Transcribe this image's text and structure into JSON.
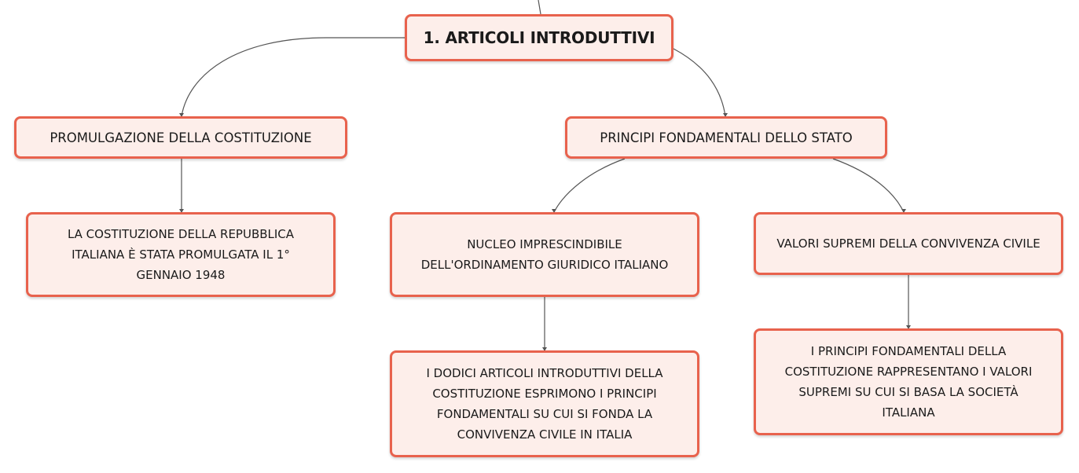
{
  "nodes": {
    "root": "1. ARTICOLI INTRODUTTIVI",
    "promulgazione": "PROMULGAZIONE DELLA COSTITUZIONE",
    "principi": "PRINCIPI FONDAMENTALI DELLO STATO",
    "costituzione_1948": "LA COSTITUZIONE DELLA REPUBBLICA\nITALIANA È STATA PROMULGATA IL 1°\nGENNAIO 1948",
    "nucleo": "NUCLEO IMPRESCINDIBILE\nDELL'ORDINAMENTO GIURIDICO ITALIANO",
    "valori": "VALORI SUPREMI DELLA CONVIVENZA CIVILE",
    "dodici": "I DODICI ARTICOLI INTRODUTTIVI DELLA\nCOSTITUZIONE ESPRIMONO I PRINCIPI\nFONDAMENTALI SU CUI SI FONDA LA\nCONVIVENZA CIVILE IN ITALIA",
    "rappresentano": "I PRINCIPI FONDAMENTALI DELLA\nCOSTITUZIONE RAPPRESENTANO I VALORI\nSUPREMI SU CUI SI BASA LA SOCIETÀ\nITALIANA"
  },
  "colors": {
    "node_border": "#e8624d",
    "node_fill": "#fdeeea",
    "connector": "#555555"
  }
}
